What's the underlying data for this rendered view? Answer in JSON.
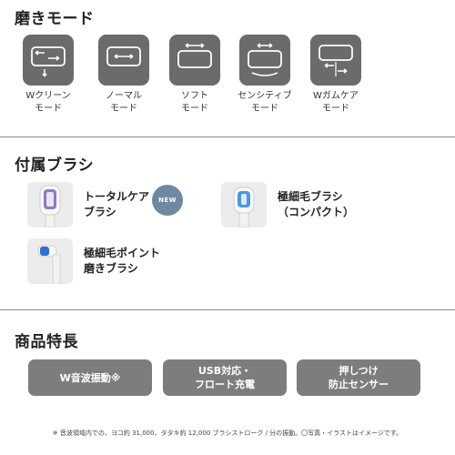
{
  "sections": {
    "modes_title": "磨きモード",
    "brushes_title": "付属ブラシ",
    "features_title": "商品特長"
  },
  "modes": [
    {
      "label": "Wクリーン\nモード",
      "icon": "clean-mode-icon"
    },
    {
      "label": "ノーマル\nモード",
      "icon": "normal-mode-icon"
    },
    {
      "label": "ソフト\nモード",
      "icon": "soft-mode-icon"
    },
    {
      "label": "センシティブ\nモード",
      "icon": "sensitive-mode-icon"
    },
    {
      "label": "Wガムケア\nモード",
      "icon": "gumcare-mode-icon"
    }
  ],
  "brushes": [
    {
      "label": "トータルケア\nブラシ",
      "accent": "#6a4fb5"
    },
    {
      "label": "極細毛ブラシ\n（コンパクト）",
      "accent": "#2e86de"
    },
    {
      "label": "極細毛ポイント\n磨きブラシ",
      "accent": "#2e6fd6"
    }
  ],
  "new_badge": "NEW",
  "features": [
    {
      "label": "W音波振動※"
    },
    {
      "label": "USB対応・\nフロート充電"
    },
    {
      "label": "押しつけ\n防止センサー"
    }
  ],
  "footnote": "※ 音波領域内での、ヨコ約 31,000、タタキ約 12,000 ブラシストローク / 分の振動。〇写真・イラストはイメージです。",
  "colors": {
    "mode_icon_bg": "#6b6b6b",
    "feature_bg": "#7d7d7d",
    "badge_bg": "#6f8aa0",
    "divider": "#8a8a8a"
  }
}
